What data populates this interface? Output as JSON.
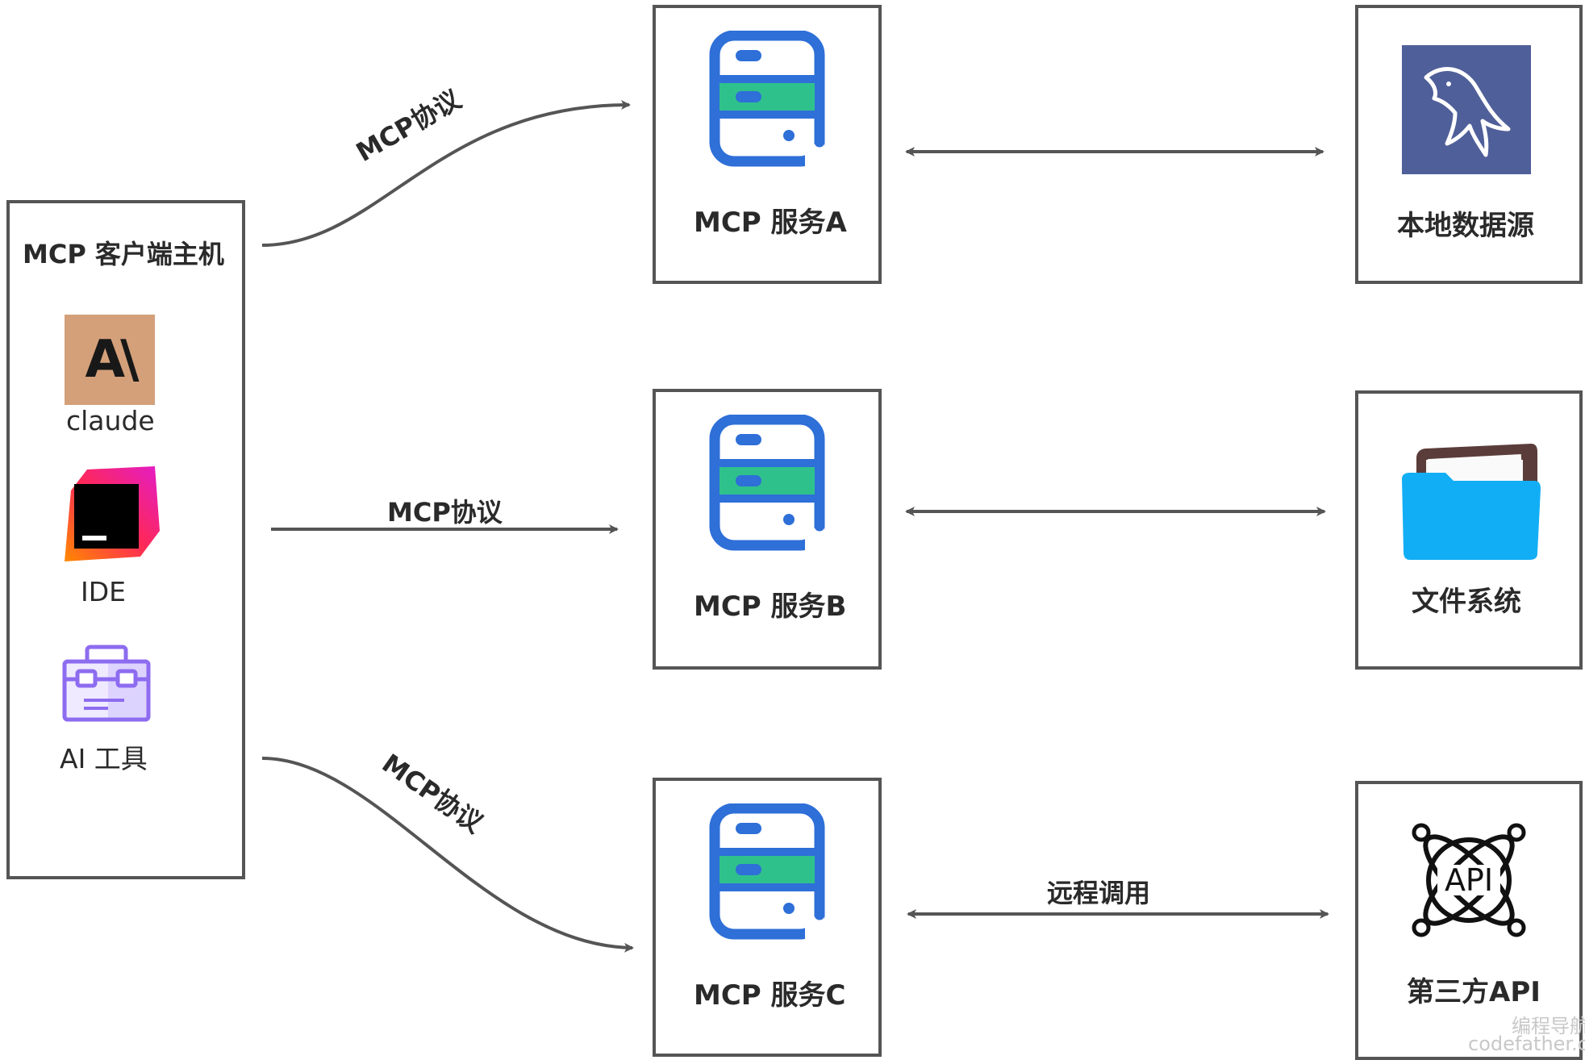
{
  "client": {
    "title": "MCP 客户端主机",
    "items": [
      {
        "label": "claude",
        "icon": "anthropic-logo-icon",
        "logo_text": "A\\"
      },
      {
        "label": "IDE",
        "icon": "jetbrains-ide-icon"
      },
      {
        "label": "AI 工具",
        "icon": "toolbox-icon"
      }
    ]
  },
  "connections": {
    "top": "MCP协议",
    "middle": "MCP协议",
    "bottom": "MCP协议",
    "remote_call": "远程调用"
  },
  "services": [
    {
      "label": "MCP 服务A",
      "icon": "server-icon"
    },
    {
      "label": "MCP 服务B",
      "icon": "server-icon"
    },
    {
      "label": "MCP 服务C",
      "icon": "server-icon"
    }
  ],
  "resources": [
    {
      "label": "本地数据源",
      "icon": "mysql-dolphin-icon"
    },
    {
      "label": "文件系统",
      "icon": "folder-icon"
    },
    {
      "label": "第三方API",
      "icon": "api-icon",
      "icon_text": "API"
    }
  ],
  "watermark": {
    "line1": "编程导航",
    "line2": "codefather.cn"
  },
  "colors": {
    "server_blue": "#2e6fd8",
    "server_green": "#2fc18c",
    "mysql_bg": "#4f5f99",
    "folder_blue": "#12aef5",
    "claude_bg": "#d4a07a",
    "toolbox_purple": "#8d6cf0",
    "border": "#555555",
    "arrow": "#555555"
  }
}
